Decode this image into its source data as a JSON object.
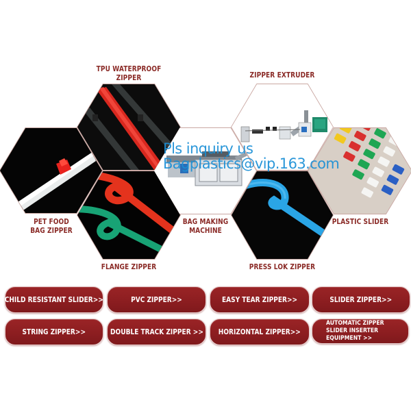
{
  "watermark": {
    "line1": "Pls inquiry us",
    "line2": "Bagplastics@vip.163.com",
    "color": "#1a8fd6"
  },
  "products": [
    {
      "id": "pet-food-bag-zipper",
      "label_line1": "PET FOOD",
      "label_line2": "BAG ZIPPER",
      "image": "white zipper strip with red slider on black"
    },
    {
      "id": "tpu-waterproof-zipper",
      "label_line1": "TPU WATERPROOF",
      "label_line2": "ZIPPER",
      "image": "red and clear TPU zippers on black"
    },
    {
      "id": "flange-zipper",
      "label_line1": "FLANGE ZIPPER",
      "image": "red and green flange zipper loops on black"
    },
    {
      "id": "bag-making-machine",
      "label_line1": "BAG MAKING",
      "label_line2": "MACHINE",
      "image": "bag making machine on white"
    },
    {
      "id": "zipper-extruder",
      "label_line1": "ZIPPER EXTRUDER",
      "image": "zipper extrusion line on white"
    },
    {
      "id": "press-lok-zipper",
      "label_line1": "PRESS LOK ZIPPER",
      "image": "blue press lok zipper loop on black"
    },
    {
      "id": "plastic-slider",
      "label_line1": "PLASTIC SLIDER",
      "image": "yellow, red, green, white and blue plastic sliders"
    }
  ],
  "buttons": {
    "row1": [
      {
        "label": "CHILD RESISTANT SLIDER>>"
      },
      {
        "label": "PVC ZIPPER>>"
      },
      {
        "label": "EASY TEAR ZIPPER>>"
      },
      {
        "label": "SLIDER ZIPPER>>"
      }
    ],
    "row2": [
      {
        "label": "STRING ZIPPER>>"
      },
      {
        "label": "DOUBLE TRACK ZIPPER >>"
      },
      {
        "label": "HORIZONTAL ZIPPER>>"
      },
      {
        "label": "AUTOMATIC ZIPPER\nSLIDER INSERTER\nEQUIPMENT >>"
      }
    ]
  },
  "colors": {
    "label_text": "#8a2a26",
    "button_bg": "#8b1d20",
    "button_text": "#ffffff",
    "hex_border": "#c9a7a2"
  }
}
